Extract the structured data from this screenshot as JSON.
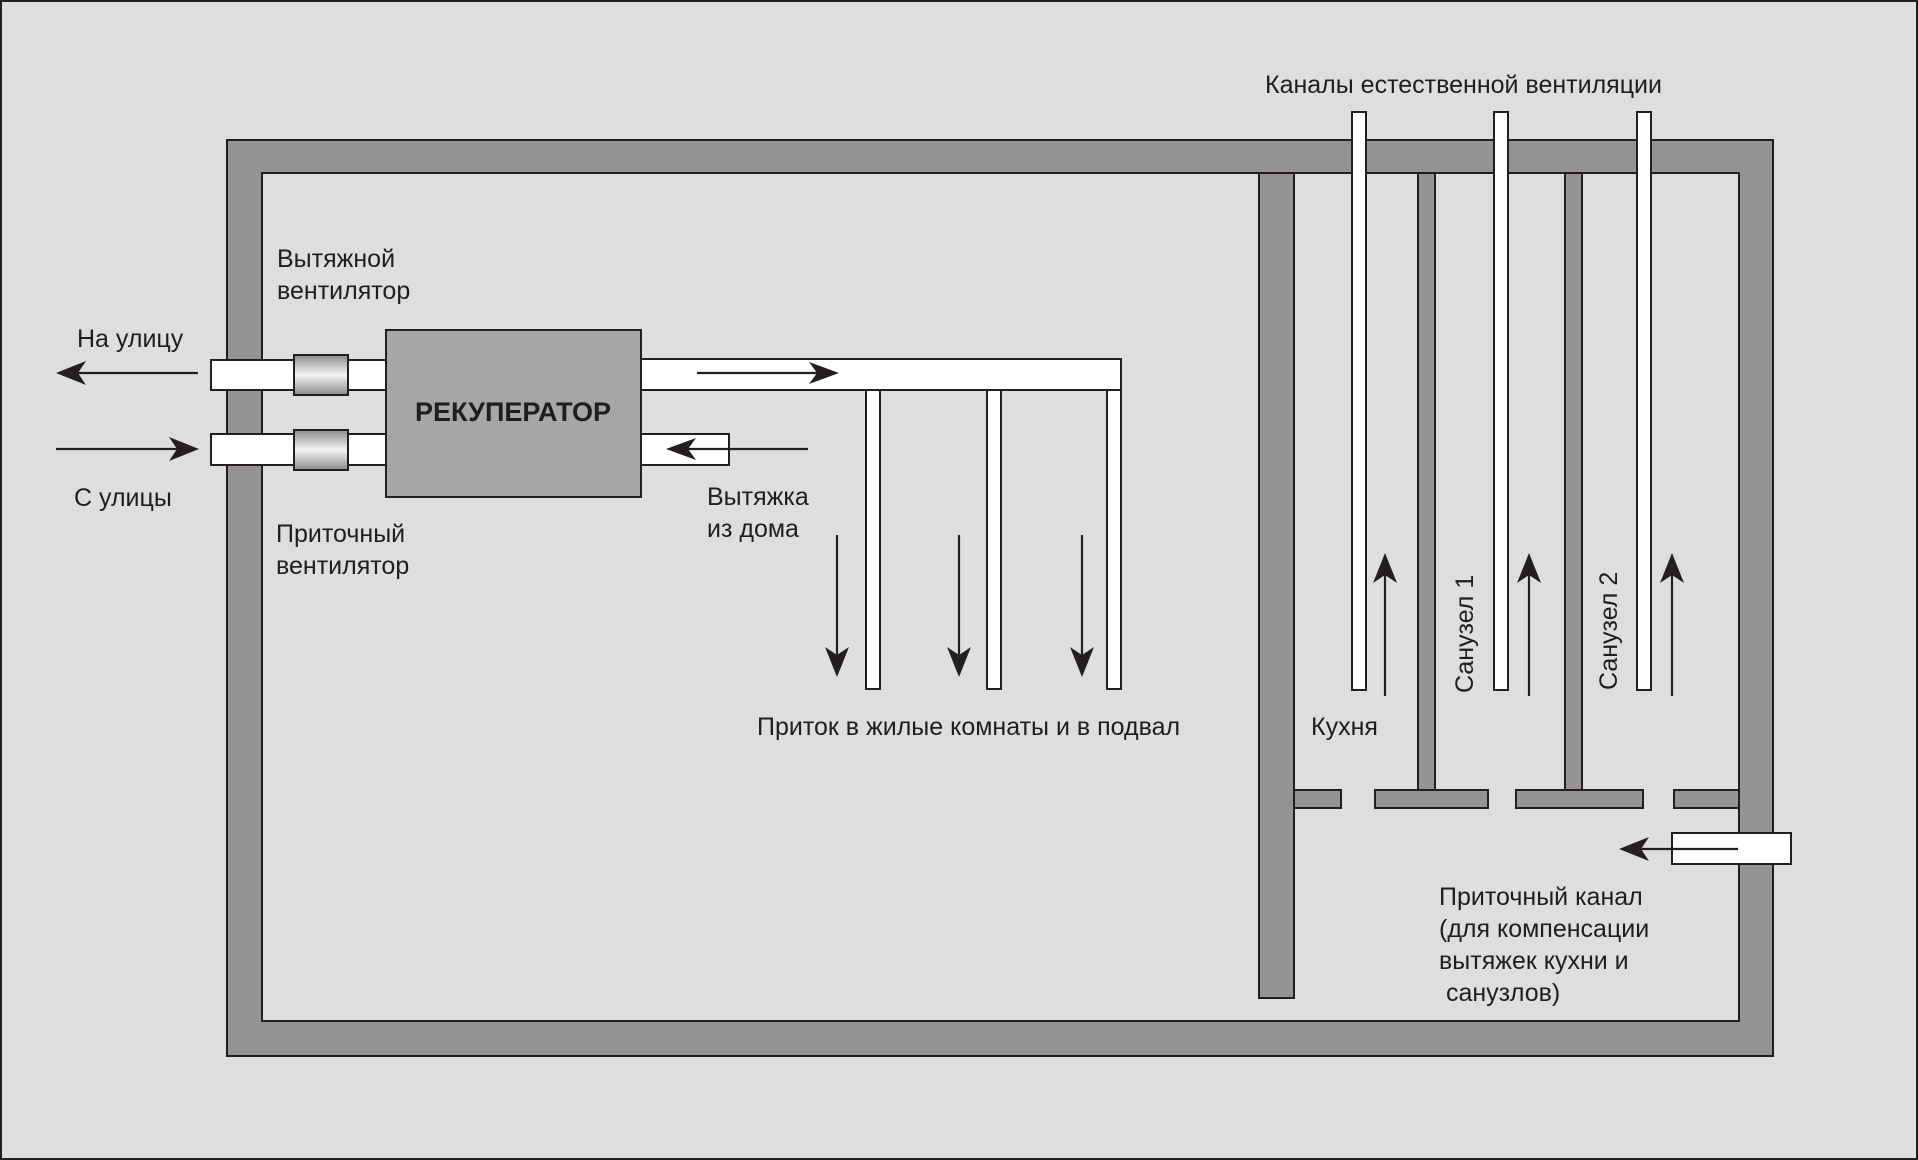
{
  "colors": {
    "background": "#dededc",
    "wall": "#959492",
    "recuperator": "#a7a6a4",
    "duct": "#ffffff",
    "line": "#231f20"
  },
  "labels": {
    "natural_channels": "Каналы естественной вентиляции",
    "exhaust_fan": [
      "Вытяжной",
      "вентилятор"
    ],
    "to_street": "На улицу",
    "from_street": "С улицы",
    "supply_fan": [
      "Приточный",
      "вентилятор"
    ],
    "recuperator": "РЕКУПЕРАТОР",
    "house_exhaust": [
      "Вытяжка",
      "из дома"
    ],
    "supply_rooms": "Приток в жилые комнаты и в подвал",
    "kitchen": "Кухня",
    "bathroom_1": "Санузел 1",
    "bathroom_2": "Санузел 2",
    "supply_channel": [
      "Приточный канал",
      "(для компенсации",
      "вытяжек кухни и",
      " санузлов)"
    ]
  }
}
